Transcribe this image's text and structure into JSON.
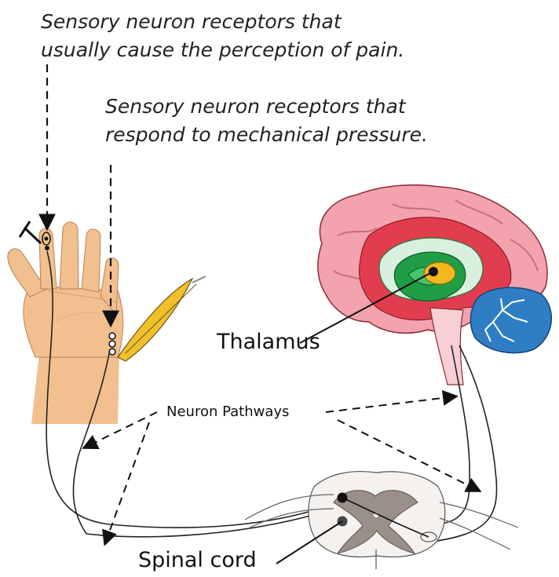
{
  "captions": {
    "pain_receptors": {
      "line1": "Sensory neuron receptors that",
      "line2": "usually cause the perception of pain."
    },
    "pressure_receptors": {
      "line1": "Sensory neuron receptors that",
      "line2": "respond to mechanical pressure."
    }
  },
  "labels": {
    "thalamus": "Thalamus",
    "neuron_pathways": "Neuron Pathways",
    "spinal_cord": "Spinal cord"
  },
  "colors": {
    "skin": "#f2c08f",
    "brain_pink": "#f3a3ad",
    "brain_red": "#e23d4e",
    "limbic_green": "#1f9e45",
    "thalamus_yellow": "#f2b81d",
    "cerebellum_blue": "#2f7ec4",
    "feather_yellow": "#f0c02a",
    "spinal_gray": "#9b8f8a"
  }
}
